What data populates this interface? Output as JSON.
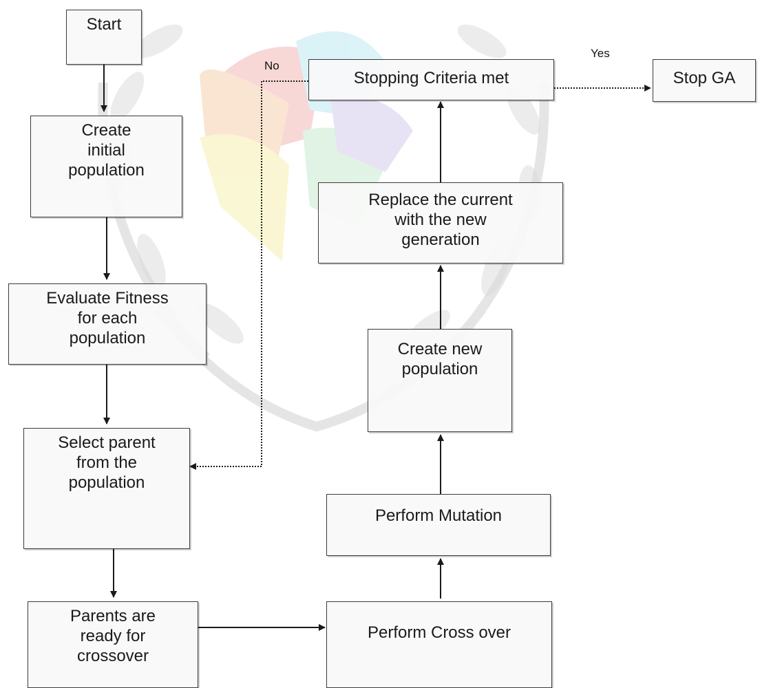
{
  "nodes": {
    "start": {
      "lines": [
        "Start"
      ]
    },
    "create_initial": {
      "lines": [
        "Create",
        "initial",
        "population"
      ]
    },
    "evaluate": {
      "lines": [
        "Evaluate Fitness",
        "for each",
        "population"
      ]
    },
    "select_parent": {
      "lines": [
        "Select parent",
        "from the",
        "population"
      ]
    },
    "parents_ready": {
      "lines": [
        "Parents are",
        "ready for",
        "crossover"
      ]
    },
    "crossover": {
      "lines": [
        "Perform Cross over"
      ]
    },
    "mutation": {
      "lines": [
        "Perform Mutation"
      ]
    },
    "create_new": {
      "lines": [
        "Create new",
        "population"
      ]
    },
    "replace": {
      "lines": [
        "Replace the current",
        "with the new",
        "generation"
      ]
    },
    "stopping": {
      "lines": [
        "Stopping Criteria met"
      ]
    },
    "stop_ga": {
      "lines": [
        "Stop GA"
      ]
    }
  },
  "edge_labels": {
    "yes": "Yes",
    "no": "No"
  },
  "colors": {
    "box_border": "#3a3a3a",
    "arrow": "#1a1a1a",
    "watermark_gray": "#c9c9c9"
  }
}
